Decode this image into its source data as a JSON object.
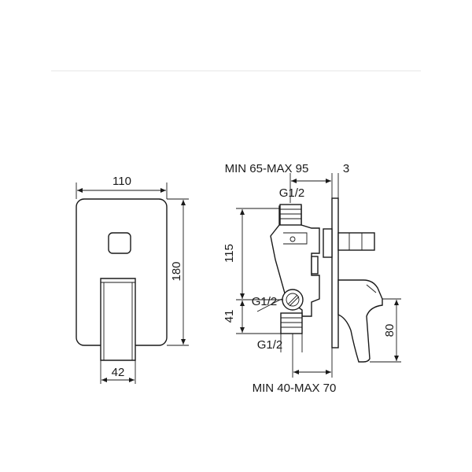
{
  "front_view": {
    "width_label": "110",
    "height_label": "180",
    "spout_width_label": "42"
  },
  "side_view": {
    "depth_range_label": "MIN 65-MAX 95",
    "plate_thickness_label": "3",
    "top_inlet_label": "G1/2",
    "left_inlet_label": "G1/2",
    "bottom_inlet_label": "G1/2",
    "upper_height_label": "115",
    "lower_height_label": "41",
    "spout_height_label": "80",
    "bottom_range_label": "MIN 40-MAX 70"
  },
  "colors": {
    "line": "#1a1a1a",
    "rule": "#e6e6e6",
    "background": "#ffffff"
  }
}
